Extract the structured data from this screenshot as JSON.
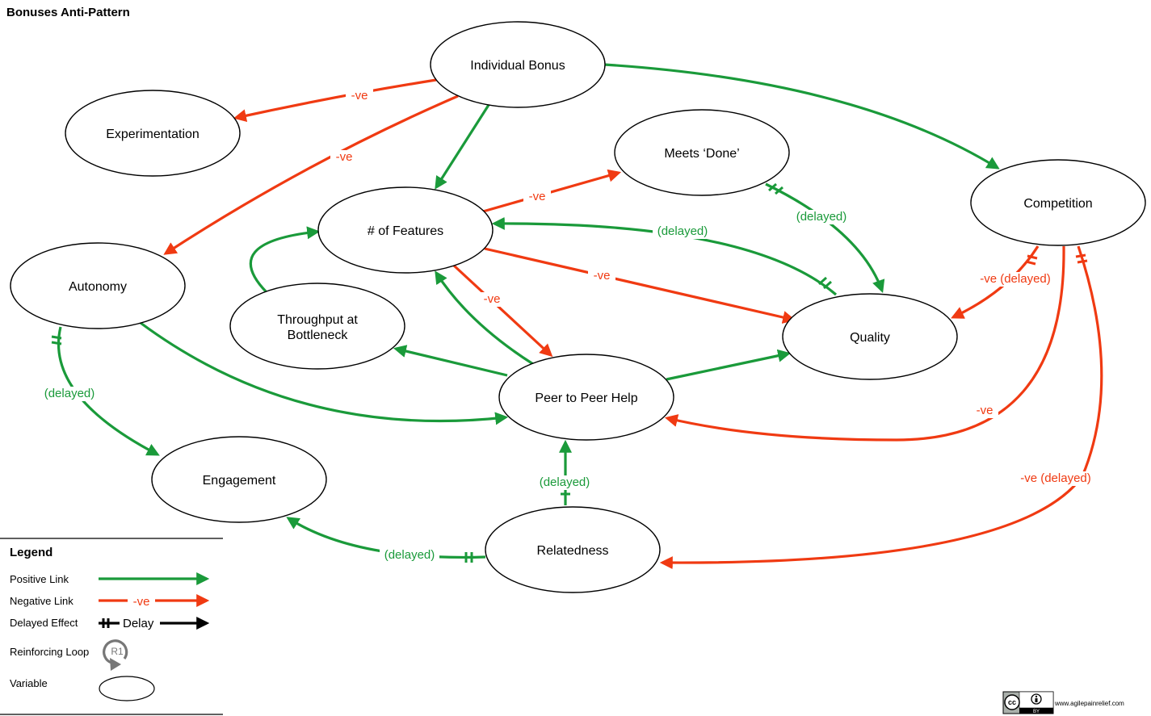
{
  "title": "Bonuses Anti-Pattern",
  "colors": {
    "positive": "#1a9a3a",
    "negative": "#f03a12",
    "delay": "#000000"
  },
  "nodes": {
    "individual_bonus": "Individual Bonus",
    "experimentation": "Experimentation",
    "meets_done": "Meets ‘Done’",
    "competition": "Competition",
    "features": "# of Features",
    "autonomy": "Autonomy",
    "throughput_l1": "Throughput at",
    "throughput_l2": "Bottleneck",
    "quality": "Quality",
    "peer_help": "Peer to Peer Help",
    "engagement": "Engagement",
    "relatedness": "Relatedness"
  },
  "edge_labels": {
    "bonus_experimentation": "-ve",
    "bonus_autonomy": "-ve",
    "features_done": "-ve",
    "quality_features": "(delayed)",
    "done_quality": "(delayed)",
    "features_quality": "-ve",
    "features_peer": "-ve",
    "competition_quality": "-ve (delayed)",
    "competition_peer": "-ve",
    "competition_relatedness": "-ve (delayed)",
    "autonomy_engagement": "(delayed)",
    "relatedness_peer": "(delayed)",
    "relatedness_engagement": "(delayed)"
  },
  "legend": {
    "heading": "Legend",
    "positive": "Positive Link",
    "negative": "Negative Link",
    "negative_sample": "-ve",
    "delayed": "Delayed Effect",
    "delay_sample": "Delay",
    "loop": "Reinforcing Loop",
    "loop_sample": "R1",
    "variable": "Variable"
  },
  "credit": {
    "badge_left": "cc",
    "badge_sub": "BY",
    "site": "www.agilepainrelief.com"
  }
}
